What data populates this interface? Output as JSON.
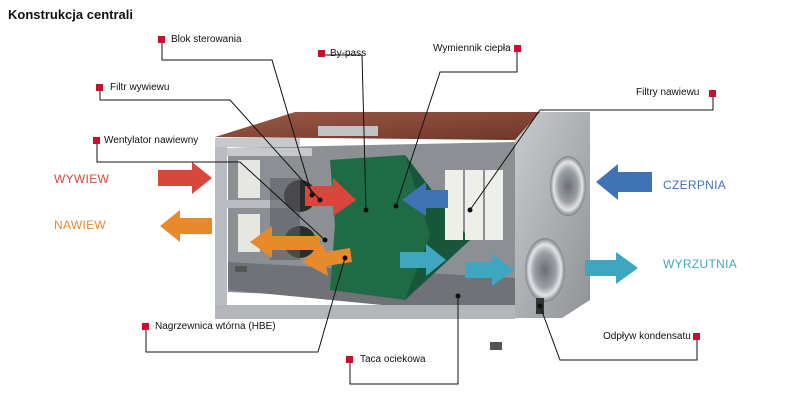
{
  "title": "Konstrukcja centrali",
  "callouts": {
    "blok": "Blok sterowania",
    "bypass": "By-pass",
    "wymiennik": "Wymiennik ciepła",
    "filtr_wywiewu": "Filtr wywiewu",
    "filtry_nawiewu": "Filtry nawiewu",
    "wentylator": "Wentylator nawiewny",
    "nagrzewnica": "Nagrzewnica wtórna (HBE)",
    "taca": "Taca ociekowa",
    "odplyw": "Odpływ kondensatu"
  },
  "flows": {
    "wywiew": "WYWIEW",
    "nawiew": "NAWIEW",
    "czerpnia": "CZERPNIA",
    "wyrzutnia": "WYRZUTNIA"
  },
  "colors": {
    "marker": "#c8102e",
    "wywiew": "#d9463c",
    "nawiew": "#e8892b",
    "czerpnia": "#3f73b6",
    "wyrzutnia": "#3ea7bf",
    "housing_top": "#8a4a3a",
    "exchanger": "#1f6b45"
  }
}
